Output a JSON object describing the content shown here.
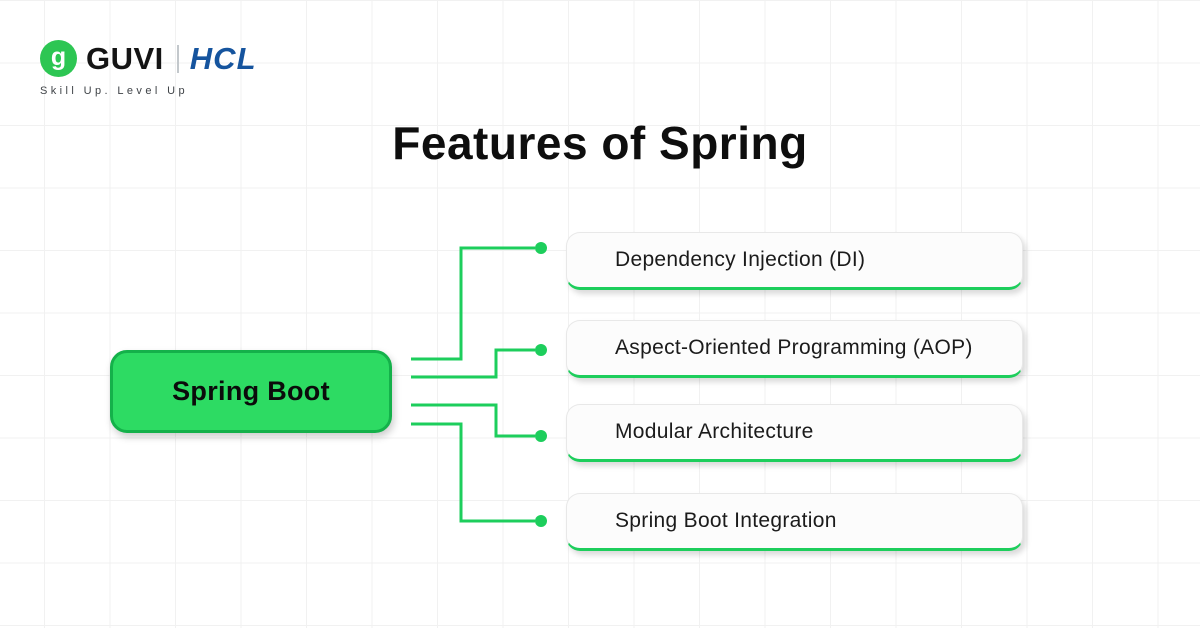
{
  "brand": {
    "logo_glyph": "g",
    "guvi": "GUVI",
    "hcl": "HCL",
    "tagline": "Skill Up. Level Up"
  },
  "title": "Features of Spring",
  "diagram": {
    "root_label": "Spring Boot",
    "features": [
      {
        "label": "Dependency Injection (DI)"
      },
      {
        "label": "Aspect-Oriented Programming (AOP)"
      },
      {
        "label": "Modular Architecture"
      },
      {
        "label": "Spring Boot Integration"
      }
    ]
  },
  "colors": {
    "accent_green": "#1dce5c",
    "node_fill": "#2ddb63",
    "node_border": "#14b14a",
    "hcl_blue": "#15549e",
    "guvi_green": "#2dc653"
  }
}
